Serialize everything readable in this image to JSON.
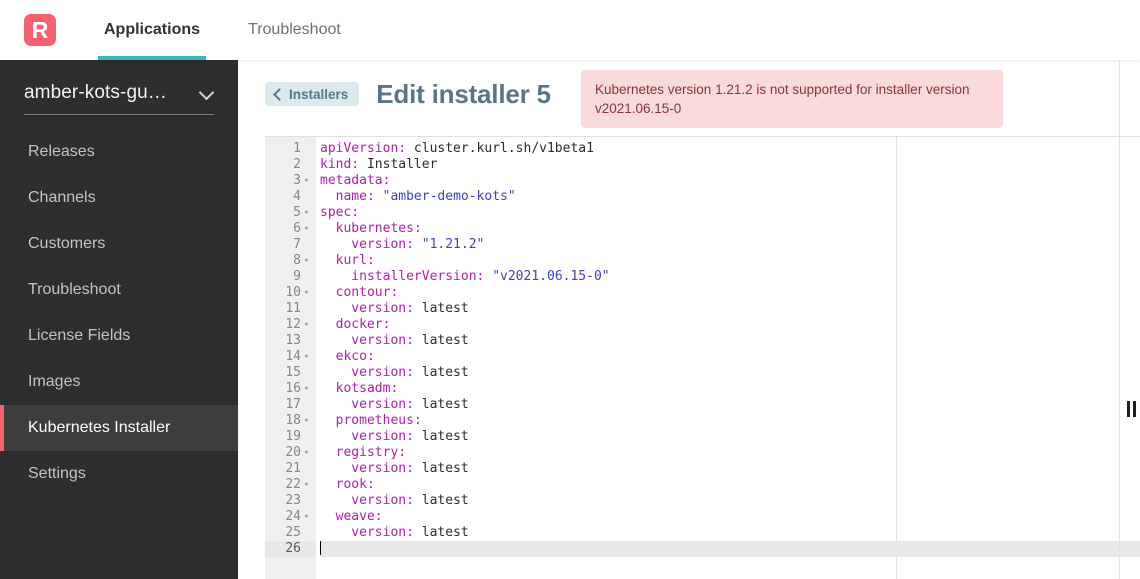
{
  "topnav": {
    "logo_letter": "R",
    "logo_color": "#f4626f",
    "accent_color": "#43b3bd",
    "tabs": [
      {
        "label": "Applications",
        "active": true
      },
      {
        "label": "Troubleshoot",
        "active": false
      }
    ]
  },
  "sidebar": {
    "app_selector": {
      "name": "amber-kots-gu…",
      "chevron": "chevron-down-icon"
    },
    "items": [
      {
        "label": "Releases",
        "active": false
      },
      {
        "label": "Channels",
        "active": false
      },
      {
        "label": "Customers",
        "active": false
      },
      {
        "label": "Troubleshoot",
        "active": false
      },
      {
        "label": "License Fields",
        "active": false
      },
      {
        "label": "Images",
        "active": false
      },
      {
        "label": "Kubernetes Installer",
        "active": true
      },
      {
        "label": "Settings",
        "active": false
      }
    ],
    "active_marker_color": "#f4626f",
    "background": "#2e2e2e"
  },
  "page": {
    "back_button": "Installers",
    "title": "Edit installer 5",
    "error": "Kubernetes version 1.21.2 is not supported for installer version v2021.06.15-0",
    "error_bg": "#fadada",
    "error_text_color": "#8a3535"
  },
  "editor": {
    "language": "yaml",
    "active_line": 26,
    "total_lines": 26,
    "lines": [
      {
        "n": 1,
        "fold": false,
        "indent": 0,
        "key": "apiVersion",
        "value": "cluster.kurl.sh/v1beta1",
        "value_type": "plain"
      },
      {
        "n": 2,
        "fold": false,
        "indent": 0,
        "key": "kind",
        "value": "Installer",
        "value_type": "plain"
      },
      {
        "n": 3,
        "fold": true,
        "indent": 0,
        "key": "metadata",
        "value": "",
        "value_type": "none"
      },
      {
        "n": 4,
        "fold": false,
        "indent": 1,
        "key": "name",
        "value": "\"amber-demo-kots\"",
        "value_type": "string"
      },
      {
        "n": 5,
        "fold": true,
        "indent": 0,
        "key": "spec",
        "value": "",
        "value_type": "none"
      },
      {
        "n": 6,
        "fold": true,
        "indent": 1,
        "key": "kubernetes",
        "value": "",
        "value_type": "none"
      },
      {
        "n": 7,
        "fold": false,
        "indent": 2,
        "key": "version",
        "value": "\"1.21.2\"",
        "value_type": "string"
      },
      {
        "n": 8,
        "fold": true,
        "indent": 1,
        "key": "kurl",
        "value": "",
        "value_type": "none"
      },
      {
        "n": 9,
        "fold": false,
        "indent": 2,
        "key": "installerVersion",
        "value": "\"v2021.06.15-0\"",
        "value_type": "string"
      },
      {
        "n": 10,
        "fold": true,
        "indent": 1,
        "key": "contour",
        "value": "",
        "value_type": "none"
      },
      {
        "n": 11,
        "fold": false,
        "indent": 2,
        "key": "version",
        "value": "latest",
        "value_type": "plain"
      },
      {
        "n": 12,
        "fold": true,
        "indent": 1,
        "key": "docker",
        "value": "",
        "value_type": "none"
      },
      {
        "n": 13,
        "fold": false,
        "indent": 2,
        "key": "version",
        "value": "latest",
        "value_type": "plain"
      },
      {
        "n": 14,
        "fold": true,
        "indent": 1,
        "key": "ekco",
        "value": "",
        "value_type": "none"
      },
      {
        "n": 15,
        "fold": false,
        "indent": 2,
        "key": "version",
        "value": "latest",
        "value_type": "plain"
      },
      {
        "n": 16,
        "fold": true,
        "indent": 1,
        "key": "kotsadm",
        "value": "",
        "value_type": "none"
      },
      {
        "n": 17,
        "fold": false,
        "indent": 2,
        "key": "version",
        "value": "latest",
        "value_type": "plain"
      },
      {
        "n": 18,
        "fold": true,
        "indent": 1,
        "key": "prometheus",
        "value": "",
        "value_type": "none"
      },
      {
        "n": 19,
        "fold": false,
        "indent": 2,
        "key": "version",
        "value": "latest",
        "value_type": "plain"
      },
      {
        "n": 20,
        "fold": true,
        "indent": 1,
        "key": "registry",
        "value": "",
        "value_type": "none"
      },
      {
        "n": 21,
        "fold": false,
        "indent": 2,
        "key": "version",
        "value": "latest",
        "value_type": "plain"
      },
      {
        "n": 22,
        "fold": true,
        "indent": 1,
        "key": "rook",
        "value": "",
        "value_type": "none"
      },
      {
        "n": 23,
        "fold": false,
        "indent": 2,
        "key": "version",
        "value": "latest",
        "value_type": "plain"
      },
      {
        "n": 24,
        "fold": true,
        "indent": 1,
        "key": "weave",
        "value": "",
        "value_type": "none"
      },
      {
        "n": 25,
        "fold": false,
        "indent": 2,
        "key": "version",
        "value": "latest",
        "value_type": "plain"
      },
      {
        "n": 26,
        "fold": false,
        "indent": 0,
        "key": "",
        "value": "",
        "value_type": "none"
      }
    ],
    "fold_glyph": "▾",
    "key_color": "#aa22aa",
    "string_color": "#3f3fbf",
    "value_color": "#2b2b2b"
  },
  "right_panel": {
    "drag_handle": "resize-handle-icon"
  }
}
